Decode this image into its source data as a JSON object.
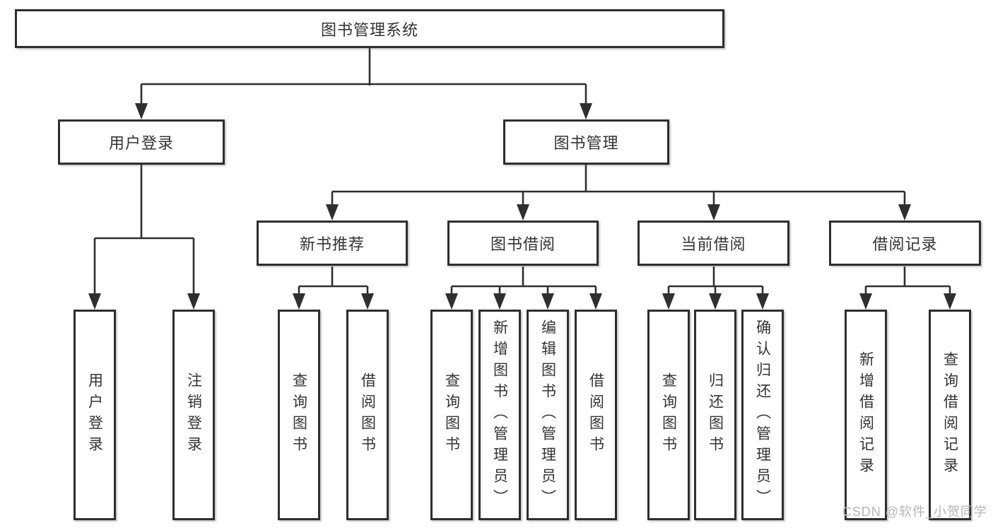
{
  "colors": {
    "line": "#2f2f2f",
    "box_border": "#2e2e2e",
    "text": "#333333",
    "watermark": "#b5b5b5",
    "background": "#ffffff"
  },
  "tree": {
    "root": "图书管理系统",
    "branches": [
      {
        "label": "用户登录",
        "leaves": [
          "用户登录",
          "注销登录"
        ]
      },
      {
        "label": "图书管理",
        "groups": [
          {
            "label": "新书推荐",
            "leaves": [
              "查询图书",
              "借阅图书"
            ]
          },
          {
            "label": "图书借阅",
            "leaves": [
              "查询图书",
              "新增图书（管理员）",
              "编辑图书（管理员）",
              "借阅图书"
            ]
          },
          {
            "label": "当前借阅",
            "leaves": [
              "查询图书",
              "归还图书",
              "确认归还（管理员）"
            ]
          },
          {
            "label": "借阅记录",
            "leaves": [
              "新增借阅记录",
              "查询借阅记录"
            ]
          }
        ]
      }
    ]
  },
  "watermark": "CSDN @软件_小贺同学"
}
